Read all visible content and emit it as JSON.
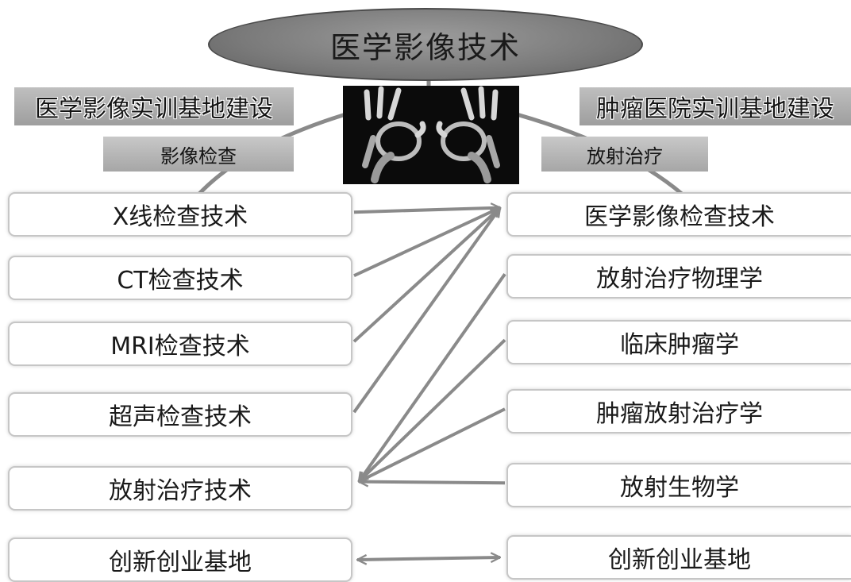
{
  "title": "医学影像技术",
  "left": {
    "banner": "医学影像实训基地建设",
    "header": "影像检查",
    "items": [
      "X线检查技术",
      "CT检查技术",
      "MRI检查技术",
      "超声检查技术",
      "放射治疗技术",
      "创新创业基地"
    ]
  },
  "right": {
    "banner": "肿瘤医院实训基地建设",
    "header": "放射治疗",
    "items": [
      "医学影像检查技术",
      "放射治疗物理学",
      "临床肿瘤学",
      "肿瘤放射治疗学",
      "放射生物学",
      "创新创业基地"
    ]
  },
  "photo": {
    "subject": "hand-xray-image"
  },
  "colors": {
    "arrow": "#8a8a8a",
    "title_fill": "#808080",
    "banner_fill": "#b0b0b0"
  },
  "connections": [
    {
      "from": "left.items.0",
      "to": "right.items.0",
      "kind": "arrow"
    },
    {
      "from": "left.items.1",
      "to": "right.items.0",
      "kind": "arrow"
    },
    {
      "from": "left.items.2",
      "to": "right.items.0",
      "kind": "arrow"
    },
    {
      "from": "left.items.3",
      "to": "right.items.0",
      "kind": "arrow"
    },
    {
      "from": "right.items.1",
      "to": "left.items.4",
      "kind": "arrow"
    },
    {
      "from": "right.items.2",
      "to": "left.items.4",
      "kind": "arrow"
    },
    {
      "from": "right.items.3",
      "to": "left.items.4",
      "kind": "arrow"
    },
    {
      "from": "right.items.4",
      "to": "left.items.4",
      "kind": "arrow"
    },
    {
      "from": "left.items.5",
      "to": "right.items.5",
      "kind": "double-arrow"
    }
  ]
}
